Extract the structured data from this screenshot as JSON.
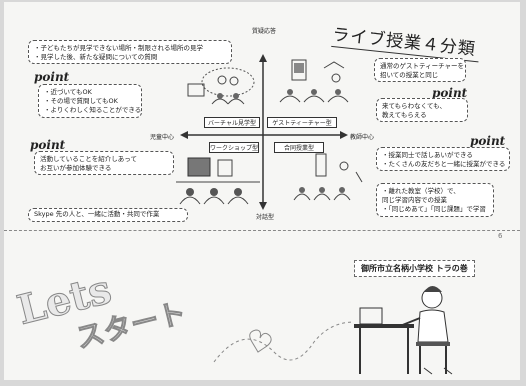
{
  "title": "ライブ授業４分類",
  "axes": {
    "top": "質疑応答",
    "bottom": "対話型",
    "left": "児童中心",
    "right": "教師中心"
  },
  "quadrants": {
    "tl": "バーチャル見学型",
    "tr": "ゲストティーチャー型",
    "bl": "ワークショップ型",
    "br": "合同授業型"
  },
  "notes": {
    "top_left": [
      "・子どもたちが見学できない場所・制限される場所の見学",
      "・見学した後、新たな疑問についての質問"
    ],
    "point1": [
      "・近づいてもOK",
      "・その場で質問してもOK",
      "・よりくわしく知ることができる"
    ],
    "point2": [
      "活動していることを紹介しあって",
      "お互いが参加体験できる"
    ],
    "bottom_left": "Skype 先の人と、一緒に活動・共同で作業",
    "top_right": [
      "通常のゲストティーチャーを",
      "招いての授業と同じ"
    ],
    "point3": [
      "来てもらわなくても、",
      "教えてもらえる"
    ],
    "point4": [
      "・授業同士で話しあいができる",
      "・たくさんの友だちと一緒に授業ができる"
    ],
    "bottom_right": [
      "・離れた教室（学校）で、",
      "同じ学習内容での授業",
      "・「同じめあて」「同じ課題」で学習"
    ]
  },
  "point_label": "point",
  "page_number": "6",
  "lower": {
    "decor_text_1": "Lets",
    "decor_text_2": "スタート",
    "school_title": "御所市立名柄小学校 トラの巻"
  }
}
